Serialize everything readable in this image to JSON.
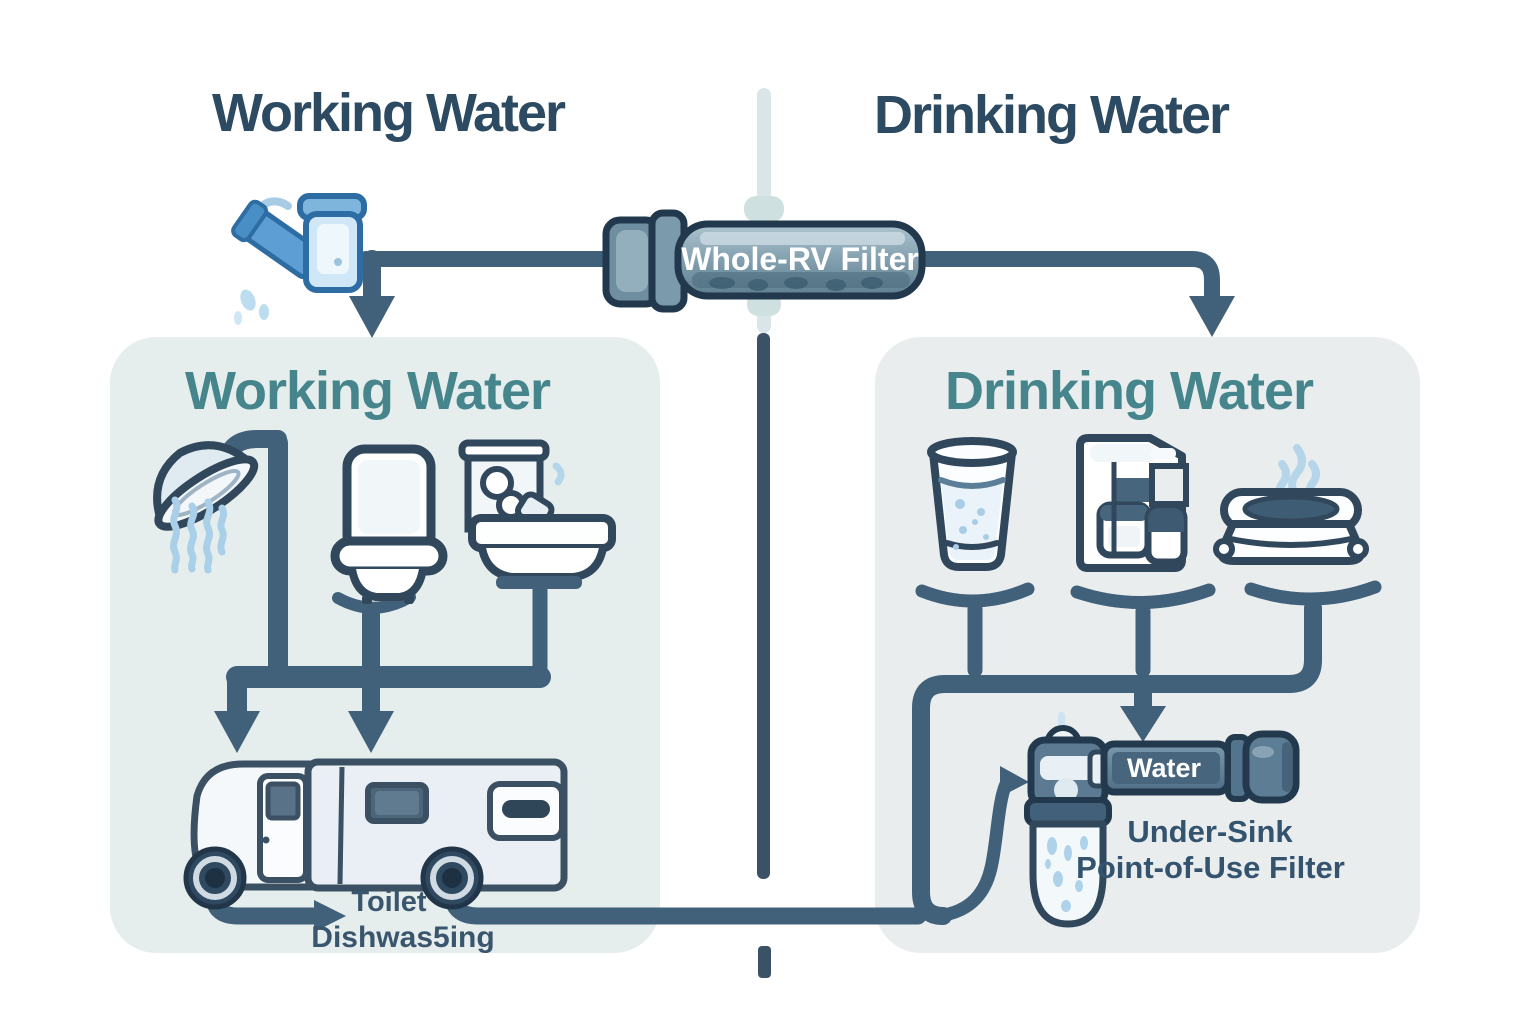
{
  "titles": {
    "working": "Working Water",
    "drinking": "Drinking Water"
  },
  "main_filter": {
    "label": "Whole-RV Filter"
  },
  "working_panel": {
    "heading": "Working Water",
    "icons": [
      "faucet-icon",
      "shower-head-icon",
      "toilet-icon",
      "dishwashing-sink-icon",
      "rv-camper-icon"
    ],
    "label_line1": "Toilet",
    "label_line2": "Dishwas5ing"
  },
  "drinking_panel": {
    "heading": "Drinking Water",
    "icons": [
      "water-glass-icon",
      "coffee-maker-icon",
      "pet-bowl-icon",
      "under-sink-filter-icon"
    ],
    "under_sink_filter": {
      "pipe_label": "Water",
      "caption_line1": "Under-Sink",
      "caption_line2": "Point-of-Use Filter"
    }
  },
  "colors": {
    "title_text": "#2d4a63",
    "heading_text": "#45858b",
    "label_text": "#3a566d",
    "pipe": "#41607a",
    "divider_dark": "#3a5166",
    "divider_pale": "#d9e5e6",
    "panel_working_bg": "#e6eded",
    "panel_drinking_bg": "#e9edee",
    "capsule_border": "#22384d",
    "capsule_fill": "#6f8fa1",
    "capsule_text": "#ffffff",
    "accent_light_blue": "#aed2ea"
  }
}
